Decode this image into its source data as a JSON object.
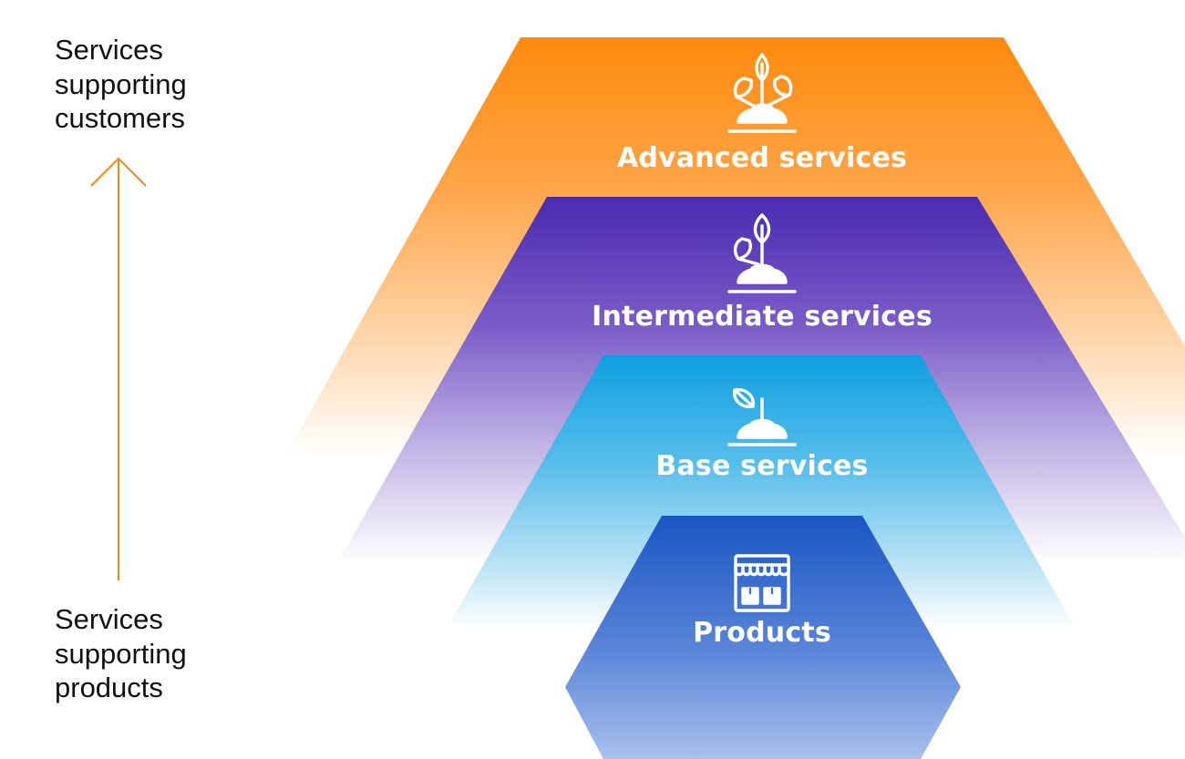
{
  "diagram": {
    "axis": {
      "top_label": [
        "Services",
        "supporting",
        "customers"
      ],
      "bottom_label": [
        "Services",
        "supporting",
        "products"
      ],
      "arrow_color": "#F0891A"
    },
    "tiers": [
      {
        "label": "Advanced services",
        "icon": "plant-three-leaves-icon",
        "color_top": "#FF8A0D",
        "color_bottom": "#FFFFFF"
      },
      {
        "label": "Intermediate services",
        "icon": "plant-two-leaves-icon",
        "color_top": "#4A2AB0",
        "color_bottom": "#FFFFFF"
      },
      {
        "label": "Base services",
        "icon": "sprout-icon",
        "color_top": "#0F9FE0",
        "color_bottom": "#FFFFFF"
      },
      {
        "label": "Products",
        "icon": "storefront-icon",
        "color_top": "#1A56C4",
        "color_bottom": "#A9C0EC"
      }
    ]
  }
}
